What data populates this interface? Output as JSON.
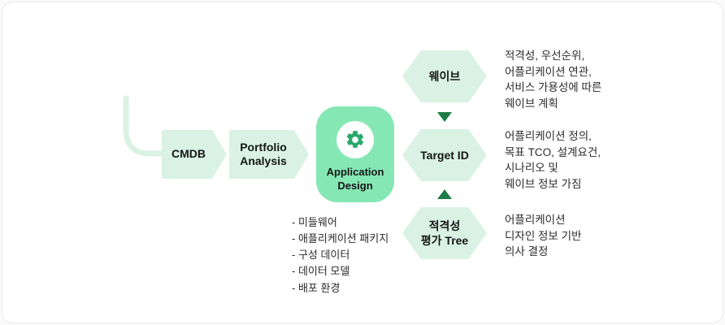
{
  "colors": {
    "shape_light": "#d9f2e4",
    "shape_accent": "#85e7b4",
    "arrow_dark": "#1d7c45",
    "gear_green": "#28a869"
  },
  "nodes": {
    "cmdb": "CMDB",
    "portfolio": "Portfolio\nAnalysis",
    "application_design": "Application\nDesign",
    "wave": "웨이브",
    "target_id": "Target ID",
    "eligibility_tree": "적격성\n평가 Tree"
  },
  "annotations": {
    "wave": "적격성, 우선순위,\n어플리케이션 연관,\n서비스 가용성에 따른\n웨이브 계획",
    "target_id": "어플리케이션 정의,\n목표 TCO, 설계요건,\n시나리오 및\n웨이브 정보 가짐",
    "eligibility_tree": "어플리케이션\n디자인 정보 기반\n의사 결정"
  },
  "design_items": [
    "- 미들웨어",
    "- 애플리케이션 패키지",
    "- 구성 데이터",
    "- 데이터 모델",
    "- 배포 환경"
  ]
}
